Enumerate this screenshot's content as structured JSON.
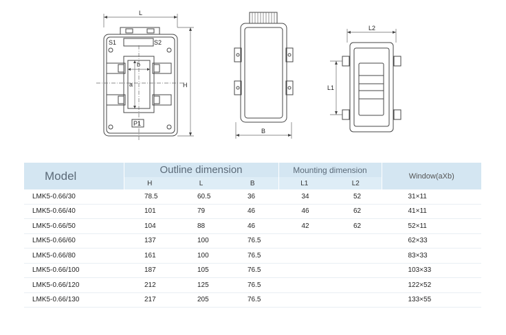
{
  "drawing_labels": {
    "front": {
      "L": "L",
      "H": "H",
      "S1": "S1",
      "S2": "S2",
      "b": "b",
      "a": "a",
      "P1": "P1"
    },
    "side": {
      "B": "B"
    },
    "mount": {
      "L1": "L1",
      "L2": "L2"
    }
  },
  "table": {
    "model_header": "Model",
    "outline_header": "Outline dimension",
    "mounting_header": "Mounting dimension",
    "window_header": "Window(aXb)",
    "sub_headers": [
      "H",
      "L",
      "B",
      "L1",
      "L2"
    ],
    "rows": [
      {
        "model": "LMK5-0.66/30",
        "H": "78.5",
        "L": "60.5",
        "B": "36",
        "L1": "34",
        "L2": "52",
        "window": "31×11"
      },
      {
        "model": "LMK5-0.66/40",
        "H": "101",
        "L": "79",
        "B": "46",
        "L1": "46",
        "L2": "62",
        "window": "41×11"
      },
      {
        "model": "LMK5-0.66/50",
        "H": "104",
        "L": "88",
        "B": "46",
        "L1": "42",
        "L2": "62",
        "window": "52×11"
      },
      {
        "model": "LMK5-0.66/60",
        "H": "137",
        "L": "100",
        "B": "76.5",
        "L1": "",
        "L2": "",
        "window": "62×33"
      },
      {
        "model": "LMK5-0.66/80",
        "H": "161",
        "L": "100",
        "B": "76.5",
        "L1": "",
        "L2": "",
        "window": "83×33"
      },
      {
        "model": "LMK5-0.66/100",
        "H": "187",
        "L": "105",
        "B": "76.5",
        "L1": "",
        "L2": "",
        "window": "103×33"
      },
      {
        "model": "LMK5-0.66/120",
        "H": "212",
        "L": "125",
        "B": "76.5",
        "L1": "",
        "L2": "",
        "window": "122×52"
      },
      {
        "model": "LMK5-0.66/130",
        "H": "217",
        "L": "205",
        "B": "76.5",
        "L1": "",
        "L2": "",
        "window": "133×55"
      }
    ]
  }
}
